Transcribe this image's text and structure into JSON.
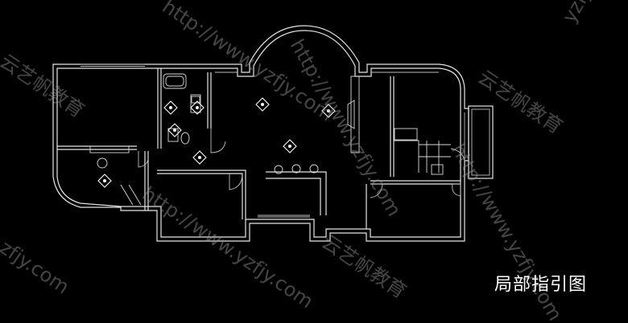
{
  "caption": "局部指引图",
  "watermarks": [
    {
      "text": "云艺帆教育"
    },
    {
      "text": "http://www.yzfjy.com"
    },
    {
      "text": "yzfjy"
    },
    {
      "text": "http://www.yzfjy.com"
    },
    {
      "text": "云艺帆教育"
    },
    {
      "text": "zfjy.com"
    },
    {
      "text": "http://www.yzfjy.com"
    },
    {
      "text": "云艺帆教育"
    },
    {
      "text": "http://www.yzfjy.com"
    }
  ],
  "colors": {
    "background": "#000000",
    "linework": "#e6e6e6"
  },
  "icons": [
    "view-marker-icon"
  ]
}
